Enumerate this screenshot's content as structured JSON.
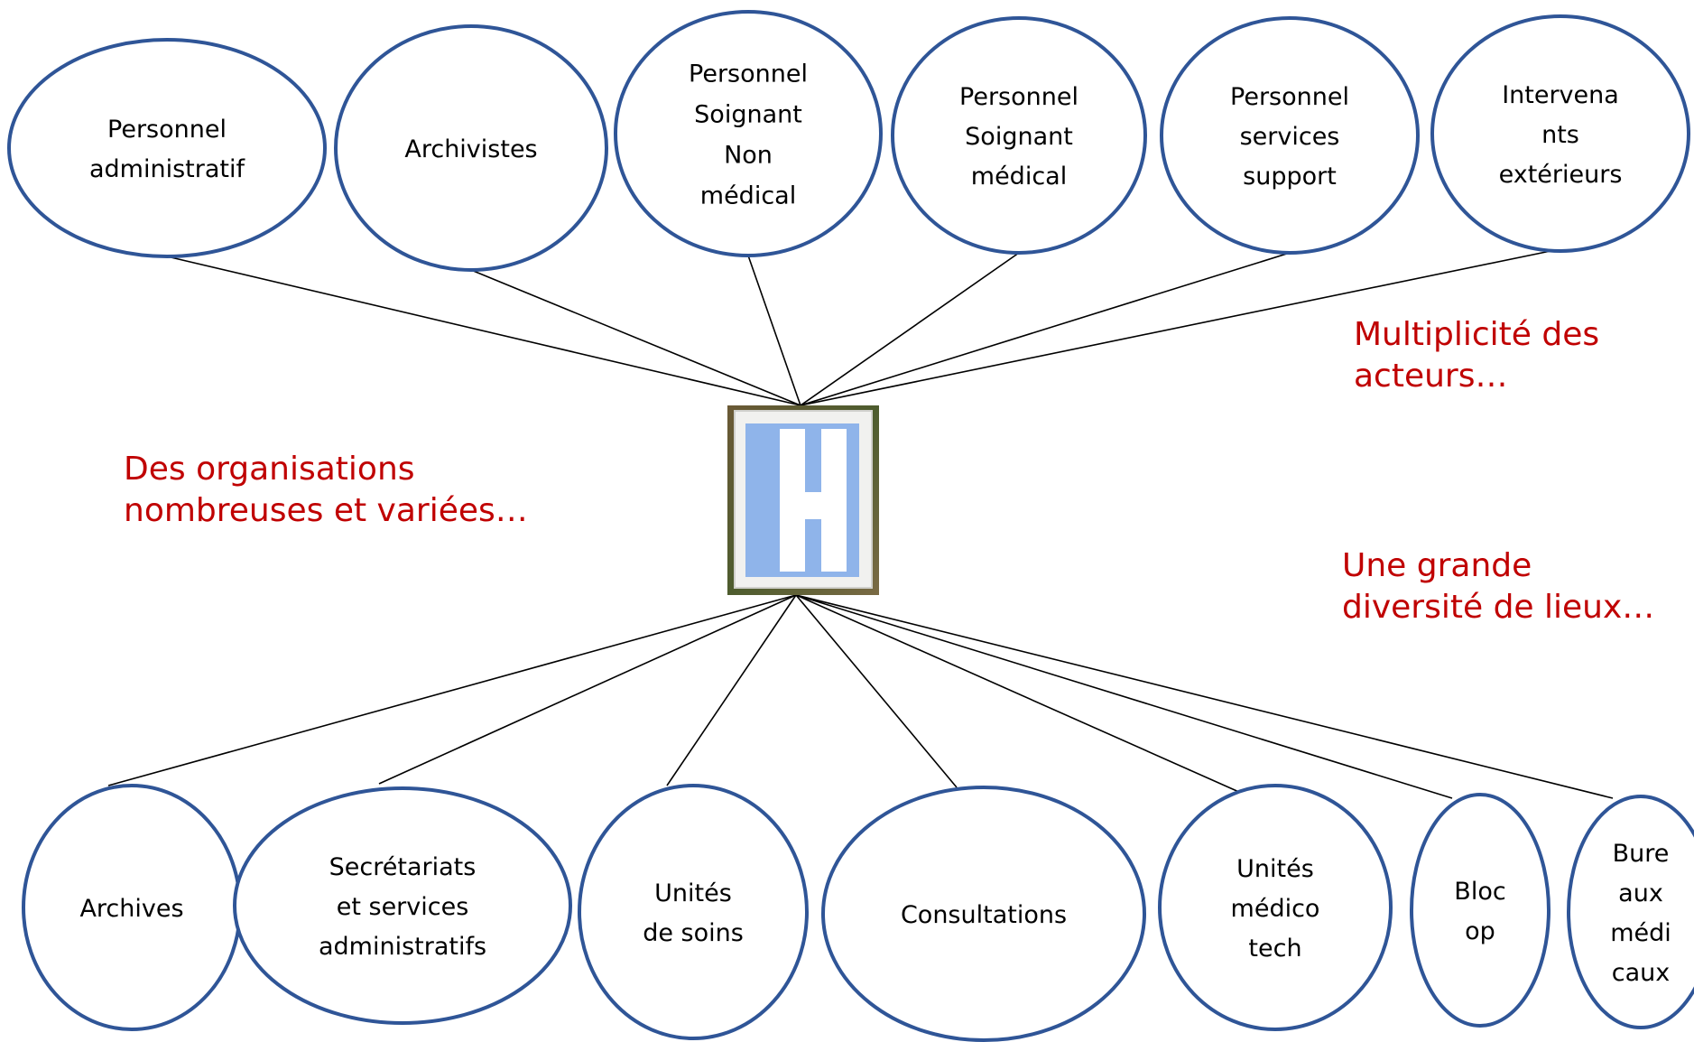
{
  "diagram": {
    "hub": {
      "name": "hospital-sign",
      "letter": "H",
      "colors": {
        "frame": "#f2f2f0",
        "panel": "#8fb4ea",
        "background": "#5a4a2c"
      }
    },
    "top_nodes": [
      {
        "id": "personnel-administratif",
        "lines": [
          "Personnel",
          "administratif"
        ]
      },
      {
        "id": "archivistes",
        "lines": [
          "Archivistes"
        ]
      },
      {
        "id": "personnel-soignant-non-medical",
        "lines": [
          "Personnel",
          "Soignant",
          "Non",
          "médical"
        ]
      },
      {
        "id": "personnel-soignant-medical",
        "lines": [
          "Personnel",
          "Soignant",
          "médical"
        ]
      },
      {
        "id": "personnel-services-support",
        "lines": [
          "Personnel",
          "services",
          "support"
        ]
      },
      {
        "id": "intervenants-exterieurs",
        "lines": [
          "Intervena",
          "nts",
          "extérieurs"
        ]
      }
    ],
    "bottom_nodes": [
      {
        "id": "archives",
        "lines": [
          "Archives"
        ]
      },
      {
        "id": "secretariats",
        "lines": [
          "Secrétariats",
          "et services",
          "administratifs"
        ]
      },
      {
        "id": "unites-de-soins",
        "lines": [
          "Unités",
          "de soins"
        ]
      },
      {
        "id": "consultations",
        "lines": [
          "Consultations"
        ]
      },
      {
        "id": "unites-medico-tech",
        "lines": [
          "Unités",
          "médico",
          "tech"
        ]
      },
      {
        "id": "bloc-op",
        "lines": [
          "Bloc",
          "op"
        ]
      },
      {
        "id": "bureaux-medicaux",
        "lines": [
          "Bure",
          "aux",
          "médi",
          "caux"
        ]
      }
    ],
    "style": {
      "ellipse_stroke": "#2f5597",
      "edge_color": "#000000",
      "note_color": "#c00000"
    }
  },
  "notes": {
    "acteurs": "Multiplicité des\nacteurs…",
    "organisations": "Des organisations\nnombreuses et variées…",
    "lieux": "Une grande\ndiversité de lieux…"
  }
}
